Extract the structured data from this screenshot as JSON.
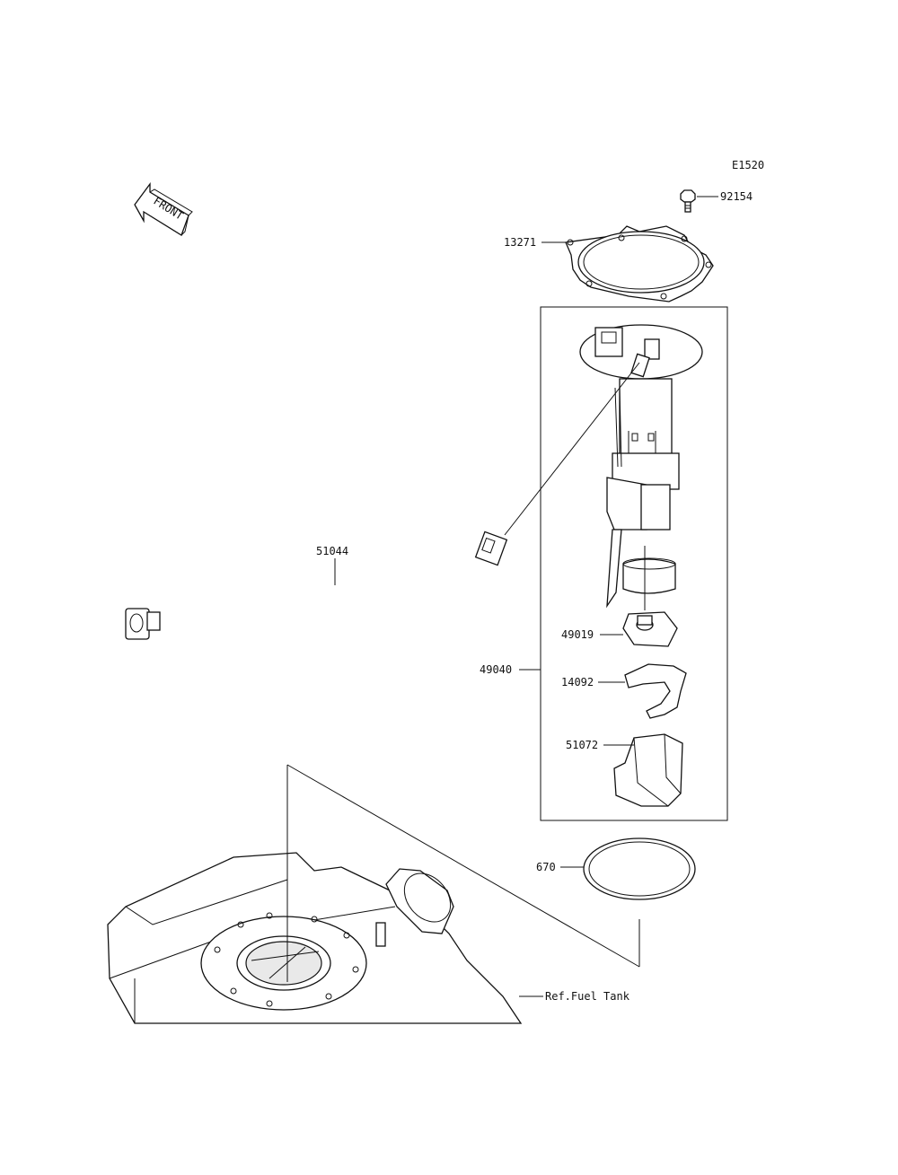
{
  "diagram": {
    "code": "E1520",
    "front_label": "FRONT",
    "parts": {
      "bolt": "92154",
      "gasket_plate": "13271",
      "hose": "51044",
      "pump_assembly": "49040",
      "part_49019": "49019",
      "part_14092": "14092",
      "part_51072": "51072",
      "seal_ring": "670"
    },
    "reference": "Ref.Fuel Tank"
  }
}
